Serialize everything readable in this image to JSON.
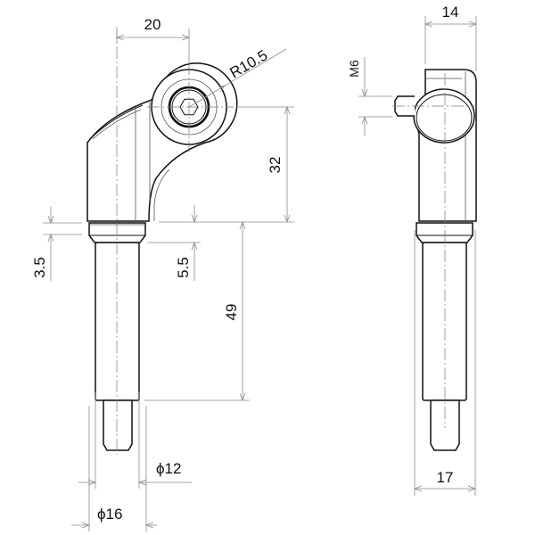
{
  "drawing": {
    "type": "mechanical part drawing",
    "views": [
      "front-view",
      "side-view"
    ],
    "line_color": "#111111",
    "dimension_color": "#8a8a8a",
    "background": "#ffffff"
  },
  "dimensions": {
    "front_view": {
      "horizontal_offset": "20",
      "radius": "R10.5",
      "height_to_pivot": "32",
      "collar_height": "3.5",
      "shoulder_height": "5.5",
      "pin_length": "49",
      "pin_tip_diameter": "ϕ12",
      "pin_diameter": "ϕ16"
    },
    "side_view": {
      "head_width": "14",
      "thread_size": "M6",
      "collar_width": "17"
    }
  }
}
